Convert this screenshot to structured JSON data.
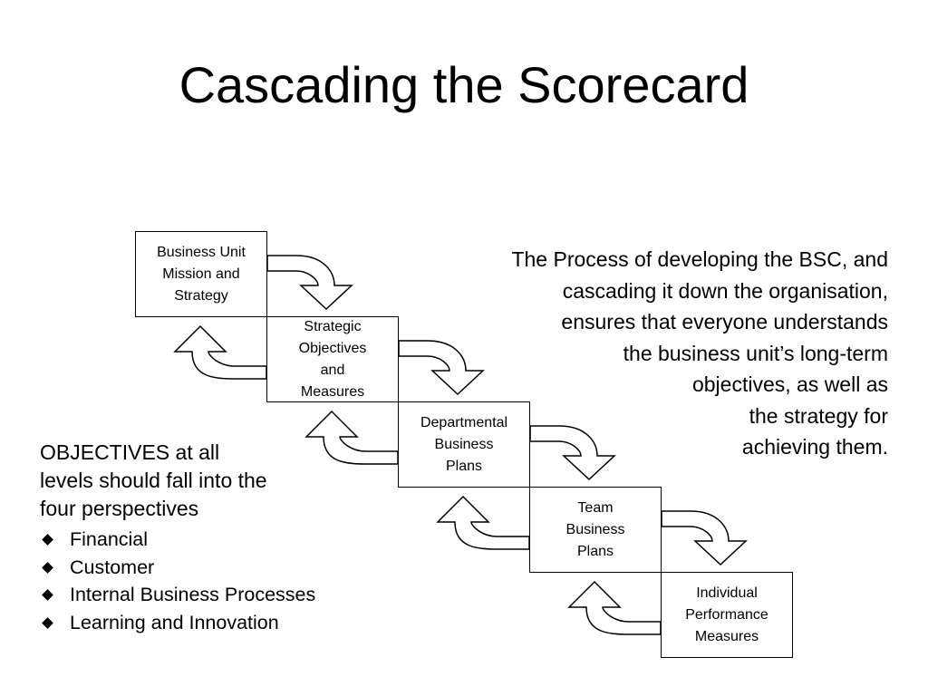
{
  "title": "Cascading the Scorecard",
  "boxes": [
    "Business Unit\nMission and\nStrategy",
    "Strategic\nObjectives\nand\nMeasures",
    "Departmental\nBusiness\nPlans",
    "Team\nBusiness\nPlans",
    "Individual\nPerformance\nMeasures"
  ],
  "description": "The Process of developing the BSC, and\ncascading it down the organisation,\nensures that everyone understands\nthe business unit’s long-term\nobjectives, as well as\nthe strategy for\nachieving them.",
  "objectives": {
    "heading": "OBJECTIVES at all\nlevels should fall into the\nfour perspectives",
    "items": [
      "Financial",
      "Customer",
      "Internal Business Processes",
      "Learning and Innovation"
    ]
  },
  "icons": {
    "down_arrow": "curved-down-arrow-icon",
    "up_arrow": "curved-up-arrow-icon",
    "bullet": "diamond-bullet-icon"
  }
}
